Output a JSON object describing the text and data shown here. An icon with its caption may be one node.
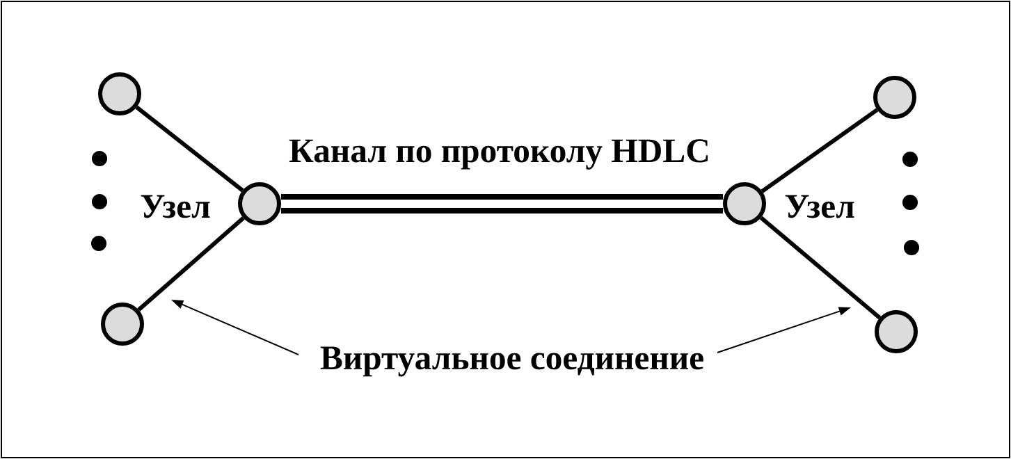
{
  "diagram": {
    "nodes": [
      {
        "text": [],
        "shape": "circle"
      },
      {
        "text": [],
        "shape": "circle"
      },
      {
        "text": [],
        "shape": "circle",
        "beside": [
          "Узел"
        ]
      },
      {
        "text": [],
        "shape": "circle",
        "beside": [
          "Узел"
        ]
      },
      {
        "text": [],
        "shape": "circle"
      },
      {
        "text": [],
        "shape": "circle"
      },
      {
        "text": [
          "Виртуальное соединение"
        ]
      }
    ],
    "edges": [
      {
        "from": 0,
        "to": 2,
        "arrow": "none"
      },
      {
        "from": 1,
        "to": 2,
        "arrow": "none"
      },
      {
        "from": 2,
        "to": 3,
        "arrow": "none",
        "label": "Канал по протоколу HDLC",
        "style": "thick"
      },
      {
        "from": 3,
        "to": 4,
        "arrow": "none"
      },
      {
        "from": 3,
        "to": 5,
        "arrow": "none"
      },
      {
        "from": 6,
        "to": null,
        "arrow": "to"
      },
      {
        "from": 6,
        "to": null,
        "arrow": "to"
      }
    ]
  }
}
